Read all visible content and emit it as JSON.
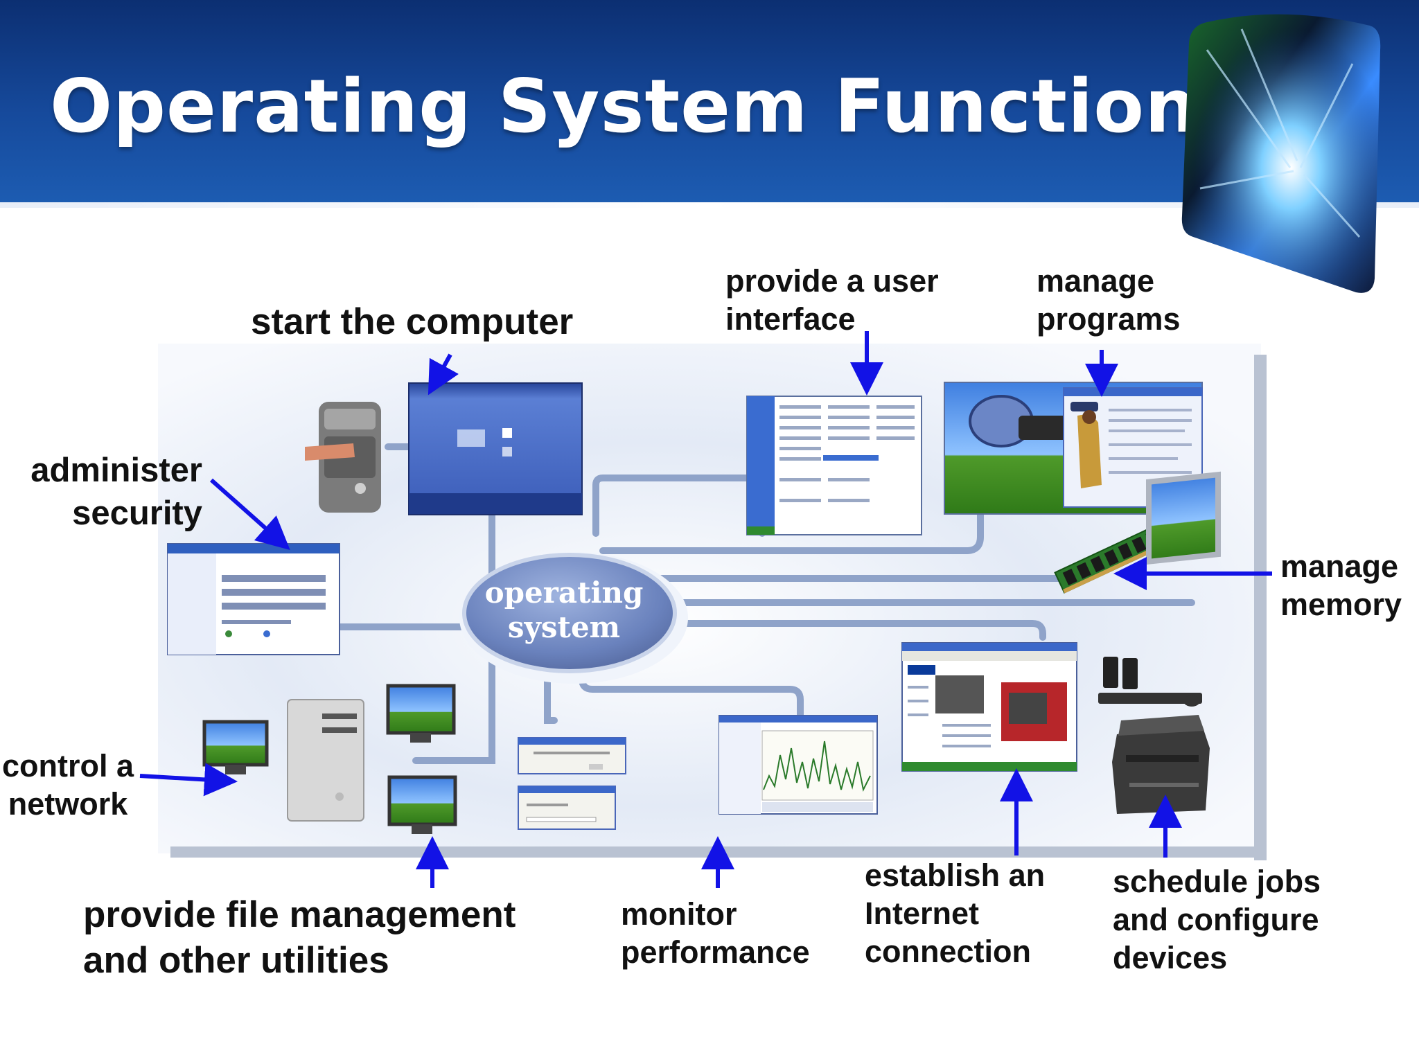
{
  "slide": {
    "title": "Operating System Functions"
  },
  "center": {
    "line1": "operating",
    "line2": "system"
  },
  "labels": {
    "start_computer": "start the computer",
    "user_interface_1": "provide a user",
    "user_interface_2": "interface",
    "manage_programs_1": "manage",
    "manage_programs_2": "programs",
    "administer_security_1": "administer",
    "administer_security_2": "security",
    "manage_memory_1": "manage",
    "manage_memory_2": "memory",
    "control_network_1": "control a",
    "control_network_2": "network",
    "file_management_1": "provide file management",
    "file_management_2": "and other utilities",
    "monitor_performance_1": "monitor",
    "monitor_performance_2": "performance",
    "internet_1": "establish an",
    "internet_2": "Internet",
    "internet_3": "connection",
    "schedule_jobs_1": "schedule jobs",
    "schedule_jobs_2": "and configure",
    "schedule_jobs_3": "devices"
  },
  "colors": {
    "arrow": "#1212e6",
    "header": "#164a9c",
    "connector": "#8fa3c9",
    "ellipse": "#7088c0"
  }
}
